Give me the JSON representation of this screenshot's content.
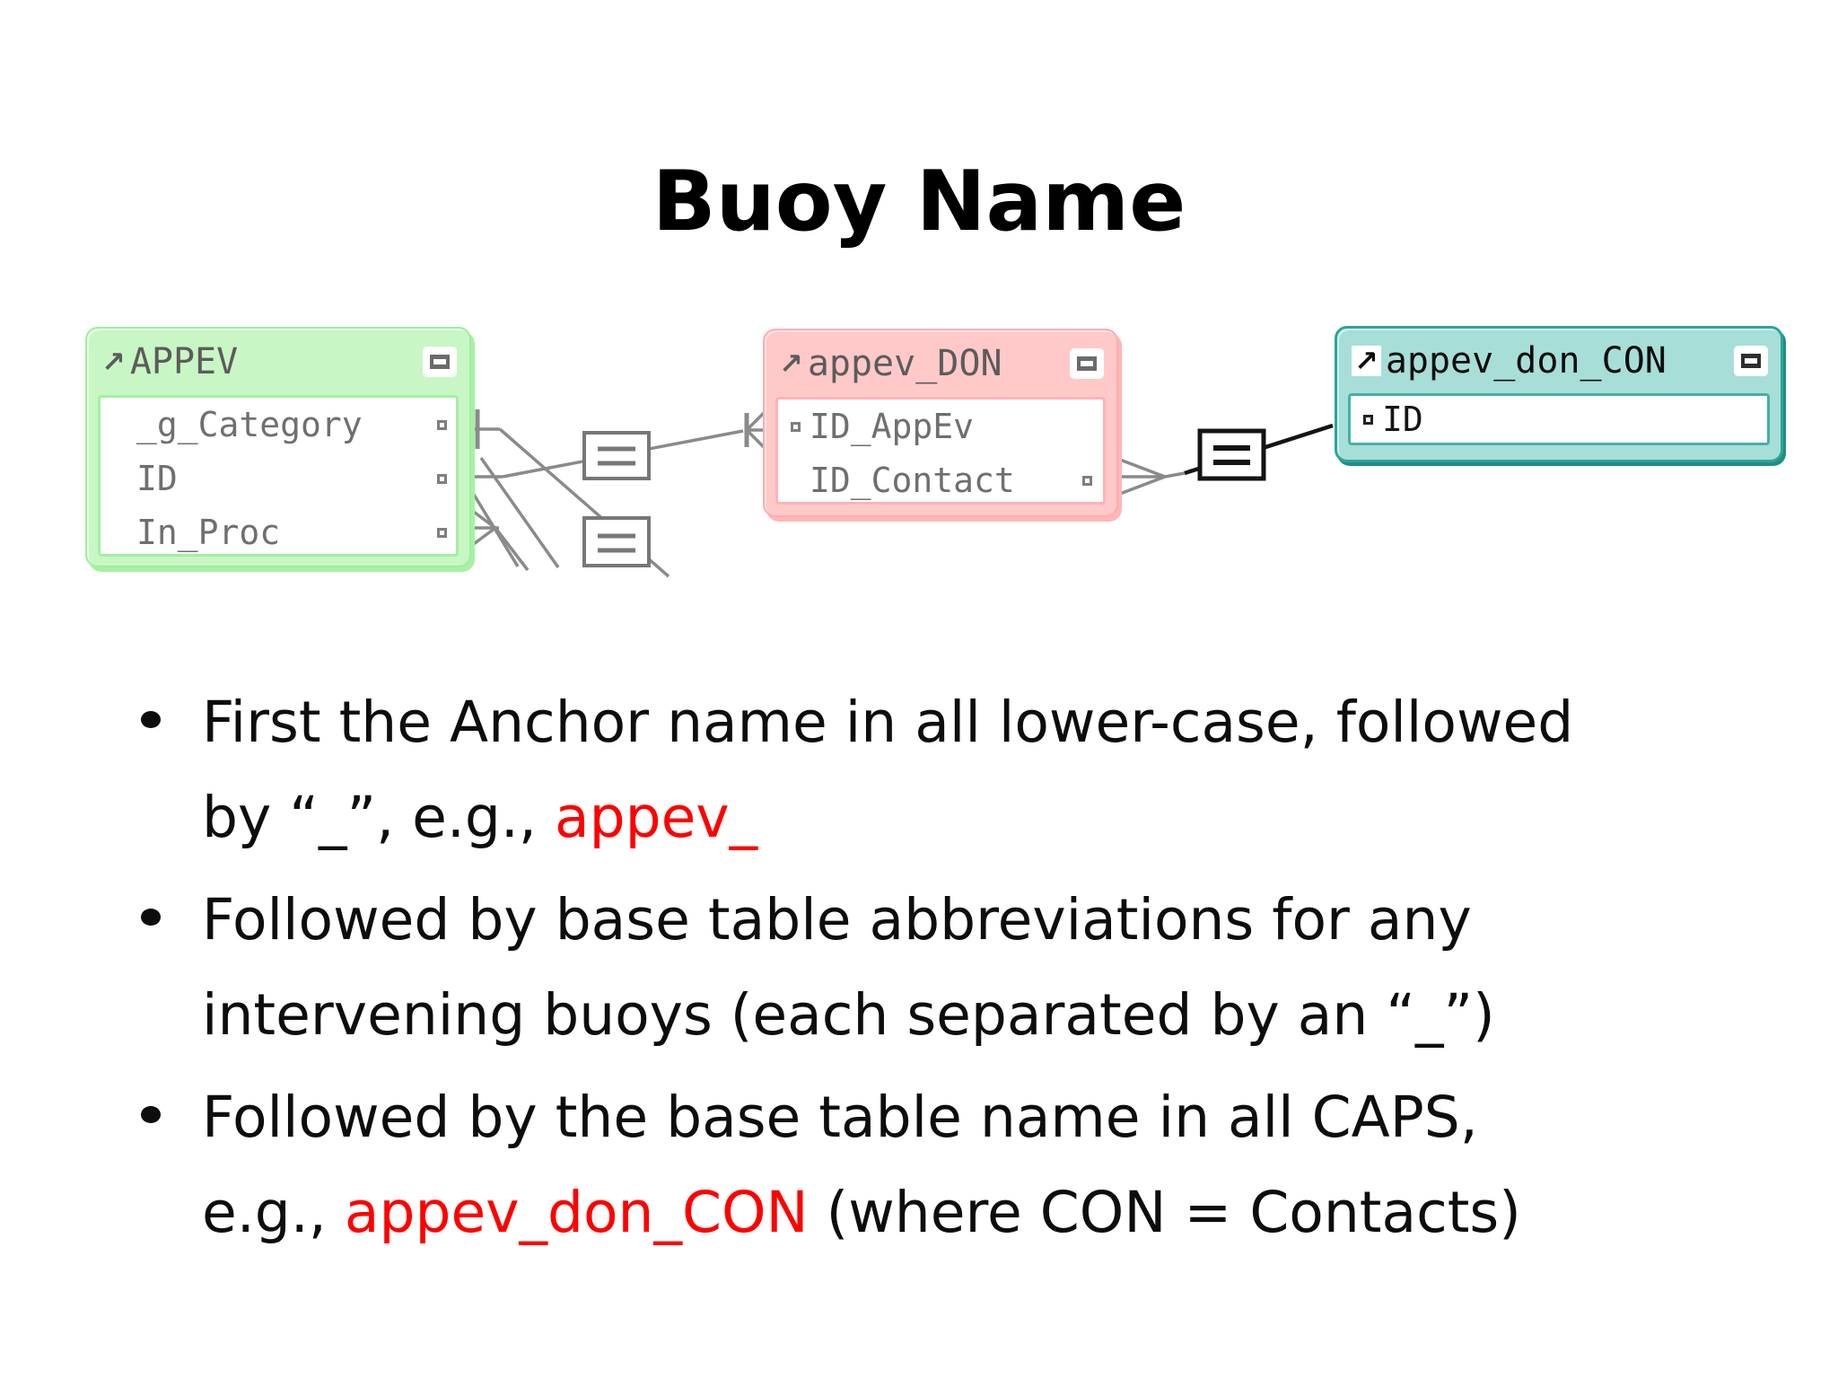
{
  "title": "Buoy Name",
  "icons": {
    "link_arrow_icon": "↗"
  },
  "colors": {
    "green_entity": "#c9f6c5",
    "green_border": "#9cf09c",
    "pink_entity": "#ffc9c9",
    "pink_border": "#ffacac",
    "teal_entity": "#a8ded8",
    "teal_border": "#2ba59a",
    "connector_gray": "#8a8a8a",
    "connector_black": "#141414",
    "highlight_red": "#ff0000"
  },
  "diagram": {
    "entities": [
      {
        "name": "APPEV",
        "fields": [
          "_g_Category",
          "ID",
          "In_Proc"
        ]
      },
      {
        "name": "appev_DON",
        "fields": [
          "ID_AppEv",
          "ID_Contact"
        ]
      },
      {
        "name": "appev_don_CON",
        "fields": [
          "ID"
        ]
      }
    ]
  },
  "bullets": [
    {
      "line1": "First the Anchor name in all lower-case, followed",
      "line2_pre": "by “_”, e.g., ",
      "line2_red": "appev_",
      "line2_post": ""
    },
    {
      "line1": "Followed by base table abbreviations for any",
      "line2_pre": "intervening buoys (each separated by an “_”)",
      "line2_red": "",
      "line2_post": ""
    },
    {
      "line1": "Followed by the base table name in all CAPS,",
      "line2_pre": "e.g., ",
      "line2_red": "appev_don_CON",
      "line2_post": " (where CON = Contacts)"
    }
  ]
}
